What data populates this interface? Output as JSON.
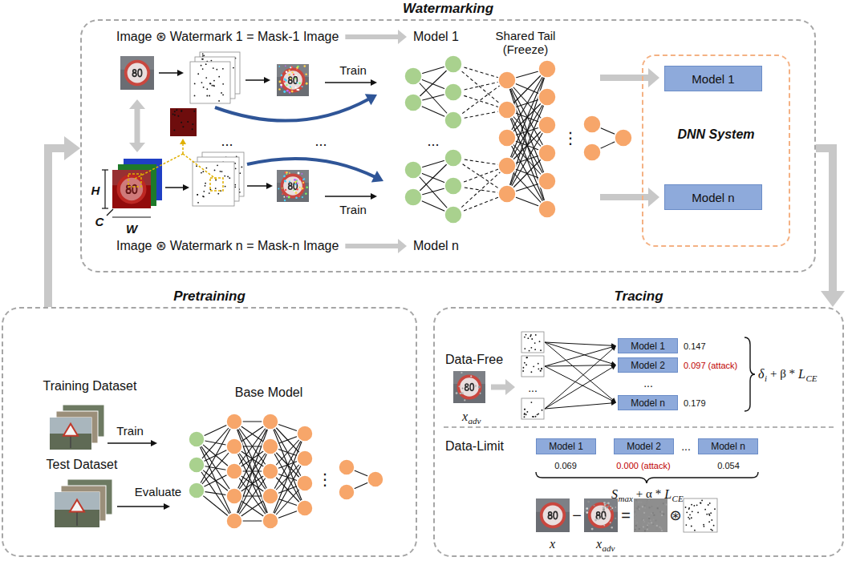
{
  "diagram": {
    "nodes": [
      {
        "text": [
          "Watermarking"
        ]
      },
      {
        "text": [
          "DNN System"
        ],
        "in": 0
      },
      {
        "text": [
          "Model 1"
        ],
        "in": 1
      },
      {
        "text": [
          "Model n"
        ],
        "in": 1
      },
      {
        "text": [
          "Pretraining"
        ]
      },
      {
        "text": [
          "Tracing"
        ]
      },
      {
        "text": [
          "Model 1"
        ],
        "in": 5
      },
      {
        "text": [
          "Model 2"
        ],
        "in": 5
      },
      {
        "text": [
          "Model n"
        ],
        "in": 5
      },
      {
        "text": [
          "Model 1"
        ],
        "in": 5
      },
      {
        "text": [
          "Model 2"
        ],
        "in": 5
      },
      {
        "text": [
          "Model n"
        ],
        "in": 5
      }
    ],
    "edges": [
      {
        "from": 4,
        "to": 0,
        "arrow": "to"
      },
      {
        "from": 0,
        "to": 5,
        "arrow": "to"
      }
    ],
    "labels": [
      "Image ⊛ Watermark 1 = Mask-1 Image",
      "Model 1",
      "Shared Tail (Freeze)",
      "Train",
      "H",
      "C",
      "W",
      "...",
      "...",
      "...",
      "⋮",
      "Train",
      "Image ⊛ Watermark n = Mask-n Image",
      "Model n",
      "Training Dataset",
      "Train",
      "Base Model",
      "Test Dataset",
      "Evaluate",
      "⋮",
      "Data-Free",
      "x",
      "adv",
      "...",
      "0.147",
      "0.097 (attack)",
      "...",
      "0.179",
      "δ",
      "i",
      "+ β *",
      "L",
      "CE",
      "Data-Limit",
      "...",
      "0.069",
      "0.000 (attack)",
      "0.054",
      "S",
      "max",
      "+ α *",
      "L",
      "CE",
      "−",
      "=",
      "⊛",
      "x",
      "x",
      "adv"
    ]
  }
}
